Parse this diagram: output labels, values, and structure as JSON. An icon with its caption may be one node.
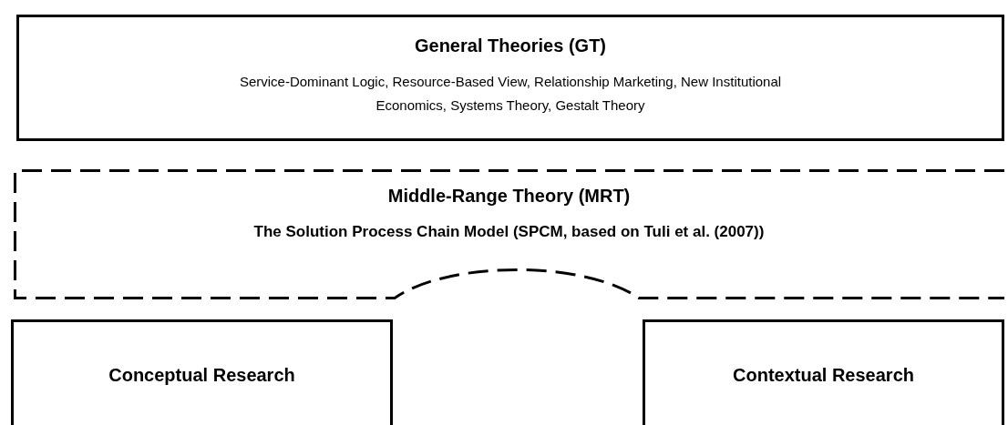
{
  "diagram": {
    "nodes": [
      {
        "text": [
          "General Theories (GT)",
          "Service-Dominant Logic, Resource-Based View, Relationship Marketing, New Institutional Economics, Systems Theory, Gestalt Theory"
        ]
      },
      {
        "text": [
          "Middle-Range Theory (MRT)",
          "The Solution Process Chain Model (SPCM, based on Tuli et al. (2007))"
        ]
      },
      {
        "text": [
          "Conceptual Research"
        ]
      },
      {
        "text": [
          "Contextual Research"
        ]
      }
    ]
  }
}
